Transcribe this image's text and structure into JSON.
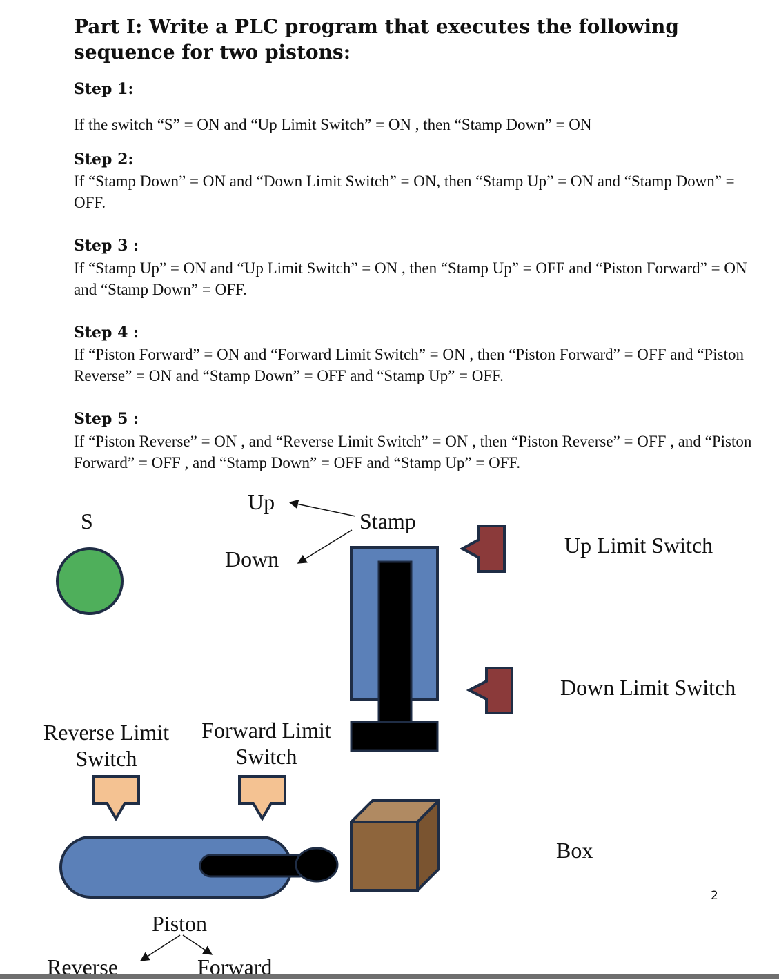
{
  "title": "Part I: Write a PLC program that executes the following sequence for two pistons:",
  "steps": [
    {
      "heading": "Step 1:",
      "text": "If the switch “S” = ON and “Up Limit Switch” = ON , then “Stamp Down” = ON"
    },
    {
      "heading": "Step 2:",
      "text": "If “Stamp Down” = ON and “Down Limit Switch” = ON, then “Stamp Up” = ON and “Stamp Down” = OFF."
    },
    {
      "heading": "Step 3 :",
      "text": "If “Stamp Up” = ON and “Up Limit Switch” = ON , then “Stamp Up” = OFF and “Piston Forward” = ON and “Stamp Down” = OFF."
    },
    {
      "heading": "Step 4 :",
      "text": "If “Piston Forward” = ON and “Forward Limit Switch” = ON , then “Piston Forward” = OFF and “Piston Reverse” = ON and “Stamp Down” = OFF and “Stamp Up” = OFF."
    },
    {
      "heading": "Step 5 :",
      "text": "If “Piston Reverse” = ON , and “Reverse Limit Switch” = ON , then “Piston Reverse” = OFF , and “Piston Forward” = OFF , and “Stamp Down” = OFF and “Stamp Up” = OFF."
    }
  ],
  "diagram": {
    "switch_label": "S",
    "up_label": "Up",
    "down_label": "Down",
    "stamp_label": "Stamp",
    "up_limit_label": "Up Limit Switch",
    "down_limit_label": "Down Limit Switch",
    "reverse_limit_label": "Reverse Limit Switch",
    "forward_limit_label": "Forward Limit Switch",
    "box_label": "Box",
    "piston_label": "Piston",
    "reverse_label": "Reverse",
    "forward_label": "Forward",
    "colors": {
      "switch_green": "#4faf5b",
      "cylinder_blue": "#5b80b8",
      "limit_red": "#8b3a3a",
      "limit_peach": "#f4c292",
      "box_front": "#8e653c",
      "box_top": "#b08a62",
      "box_side": "#7a5430",
      "outline": "#1f2d45"
    }
  },
  "page_number": "2"
}
